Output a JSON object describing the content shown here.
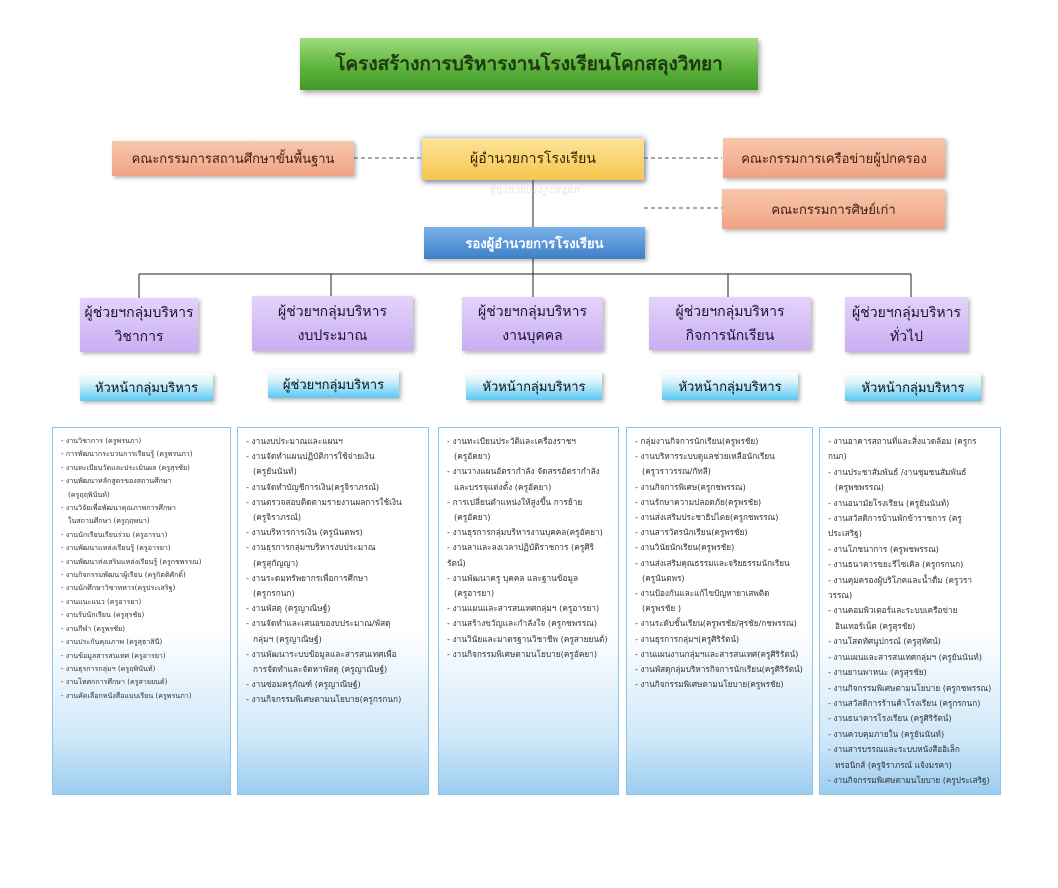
{
  "title": "โครงสร้างการบริหารงานโรงเรียนโคกสลุงวิทยา",
  "board_basic": "คณะกรรมการสถานศึกษาขั้นพื้นฐาน",
  "director": "ผู้อำนวยการโรงเรียน",
  "parent_network": "คณะกรรมการเครือข่ายผู้ปกครอง",
  "alumni": "คณะกรรมการศิษย์เก่า",
  "deputy": "รองผู้อำนวยการโรงเรียน",
  "groups": [
    {
      "assistant": [
        "ผู้ช่วยฯกลุ่มบริหาร",
        "วิชาการ"
      ],
      "head": "หัวหน้ากลุ่มบริหาร",
      "tasks": [
        "- งานวิชาการ (ครูพรนภา)",
        "- การพัฒนากระบวนการเรียนรู้ (ครูพรนภา)",
        "- งานทะเบียนวัดและประเมินผล (ครูสุรชัย)",
        "- งานพัฒนาหลักสูตรของสถานศึกษา",
        "  (ครูฤฤพินันท์)",
        "- งานวิจัยเพื่อพัฒนาคุณภาพการศึกษา",
        "  ในสถานศึกษา (ครูฤฤพนา)",
        "- งานนักเรียนเรียนร่วม (ครูอารนา)",
        "- งานพัฒนาแหล่งเรียนรู้ (ครูอารยา)",
        "- งานพัฒนาส่งเสริมแหล่งเรียนรู้ (ครูกชพรรณ)",
        "- งานกิจกรรมพัฒนาผู้เรียน (ครูกิตติศักดิ์)",
        "- งานนักศึกษาวิชาทหาร(ครูประเสริฐ)",
        "- งานแนะแนว (ครูอารยา)",
        "- งานรับนักเรียน (ครูสุรชัย)",
        "- งานกีฬา (ครูพรชัย)",
        "- งานประกันคุณภาพ (ครูสุธาสินี)",
        "- งานข้อมูลสารสนเทศ (ครูอารยา)",
        "- งานธุรการกลุ่มฯ (ครูฤพินันท์)",
        "- งานโหศกการศึกษา (ครูสายยนต์)",
        "- งานคัดเลือกหนังสือแบบเรียน (ครูพรนภา)"
      ]
    },
    {
      "assistant": [
        "ผู้ช่วยฯกลุ่มบริหาร",
        "งบประมาณ"
      ],
      "head": "ผู้ช่วยฯกลุ่มบริหาร",
      "tasks": [
        "- งานงบประมาณและแผนฯ",
        "- งานจัดทำแผนปฏิบัติการใช้จ่ายเงิน",
        "  (ครูยันนันท์)",
        "- งานจัดทำบัญชีการเงิน(ครูจิราภรณ์)",
        "- งานตรวจสอบติดตามรายงานผลการใช้เงิน",
        "  (ครูจิราภรณ์)",
        "- งานบริหารการเงิน (ครูนันตพร)",
        "- งานธุรการกลุ่มฯบริหารงบประมาณ",
        "  (ครูสุกัญญา)",
        "- งานระดมทรัพยากรเพื่อการศึกษา",
        "  (ครูกรกนก)",
        "- งานพัสดุ (ครูญาณิษฐ์)",
        "- งานจัดทำและเสนอของบประมาณ/พัสดุ",
        "  กลุ่มฯ (ครูญาณิษฐ์)",
        "- งานพัฒนาระบบข้อมูลและสารสนเทศเพื่อ",
        "  การจัดทำและจัดหาพัสดุ (ครูญาณิษฐ์)",
        "- งานซ่อมครุภัณฑ์ (ครูญาณิษฐ์)",
        "- งานกิจกรรมพิเศษตามนโยบาย(ครูกรกนก)"
      ]
    },
    {
      "assistant": [
        "ผู้ช่วยฯกลุ่มบริหาร",
        "งานบุคคล"
      ],
      "head": "หัวหน้ากลุ่มบริหาร",
      "tasks": [
        "- งานทะเบียนประวัติและเครื่องราชฯ",
        "  (ครูอัคยา)",
        "- งานวางแผนอัตรากำลัง จัดสรรอัตรากำลัง",
        "  และบรรจุแต่งตั้ง (ครูอัคยา)",
        "- การเปลี่ยนตำแหน่งให้สูงขึ้น การย้าย",
        "  (ครูอัคยา)",
        "- งานธุรการกลุ่มบริหารงานบุคคล(ครูอัคยา)",
        "- งานลาและลงเวลาปฏิบัติราชการ (ครูศิริรัตน์)",
        "- งานพัฒนาครู บุคคล และฐานข้อมูล",
        "  (ครูอารยา)",
        "- งานแผนและสารสนเทศกลุ่มฯ (ครูอารยา)",
        "- งานสร้างขวัญและกำลังใจ (ครูกชพรรณ)",
        "- งานวินัยและมาตรฐานวิชาชีพ (ครูสายยนต์)",
        "- งานกิจกรรมพิเศษตามนโยบาย(ครูอัคยา)"
      ]
    },
    {
      "assistant": [
        "ผู้ช่วยฯกลุ่มบริหาร",
        "กิจการนักเรียน"
      ],
      "head": "หัวหน้ากลุ่มบริหาร",
      "tasks": [
        "- กลุ่มงานกิจการนักเรียน(ครูพรชัย)",
        "- งานบริหารระบบดูแลช่วยเหลือนักเรียน",
        "  (ครูวราวรรณ/กัทลี)",
        "- งานกิจการพิเศษ(ครูกชพรรณ)",
        "- งานรักษาความปลอดภัย(ครูพรชัย)",
        "- งานส่งเสริมประชาธิปไตย(ครูกชพรรณ)",
        "- งานสารวัตรนักเรียน(ครูพรชัย)",
        "- งานวินัยนักเรียน(ครูพรชัย)",
        "- งานส่งเสริมคุณธรรมและจริยธรรมนักเรียน",
        "  (ครูนันตพร)",
        "- งานป้องกันและแก้ไขปัญหายาเสพติด",
        "  (ครูพรชัย )",
        "- งานระดับชั้นเรียน(ครูพรชัย/สุรชัย/กชพรรณ)",
        "- งานธุรการกลุ่มฯ(ครูศิริรัตน์)",
        "- งานแผนงานกลุ่มฯและสารสนเทศ(ครูศิริรัตน์)",
        "- งานพัสดุกลุ่มบริหารกิจการนักเรียน(ครูศิริรัตน์)",
        "- งานกิจกรรมพิเศษตามนโยบาย(ครูพรชัย)"
      ]
    },
    {
      "assistant": [
        "ผู้ช่วยฯกลุ่มบริหาร",
        "ทั่วไป"
      ],
      "head": "หัวหน้ากลุ่มบริหาร",
      "tasks": [
        "- งานอาคารสถานที่และสิ่งแวดล้อม (ครูกรกนก)",
        "- งานประชาสัมพันธ์ /งานชุมชนสัมพันธ์",
        "  (ครูพชพรรณ)",
        "- งานอนามัยโรงเรียน (ครูยันนันท์)",
        "- งานสวัสดิการบ้านพักข้าราชการ (ครูประเสริฐ)",
        "- งานโภชนาการ (ครูพชพรรณ)",
        "- งานธนาคารขยะรีไซเคิล (ครูกรกนก)",
        "- งานคุมครองผู้บริโภคและน้ำดื่ม (ครูวราวรรณ)",
        "- งานคอมพิวเตอร์และระบบเครือข่าย",
        "  อินเทอร์เน็ต (ครูสุรชัย)",
        "- งานโสตทัศนูปกรณ์ (ครูสุทัศน์)",
        "- งานแผนและสารสนเทศกลุ่มฯ (ครูยันนันท์)",
        "- งานยานพาหนะ (ครูสุรชัย)",
        "- งานกิจกรรมพิเศษตามนโยบาย (ครูกชพรรณ)",
        "- งานสวัสดิการร้านค้าโรงเรียน (ครูกรกนก)",
        "- งานธนาคารโรงเรียน (ครูศิริรัตน์)",
        "- งานควบคุมภายใน (ครูยันนันท์)",
        "- งานสารบรรณและระบบหนังสืออิเล็ก",
        "  ทรอนิกส์ (ครูจิราภรณ์ แจ้งมรคา)",
        "- งานกิจกรรมพิเศษตามนโยบาย (ครูประเสริฐ)"
      ]
    }
  ]
}
